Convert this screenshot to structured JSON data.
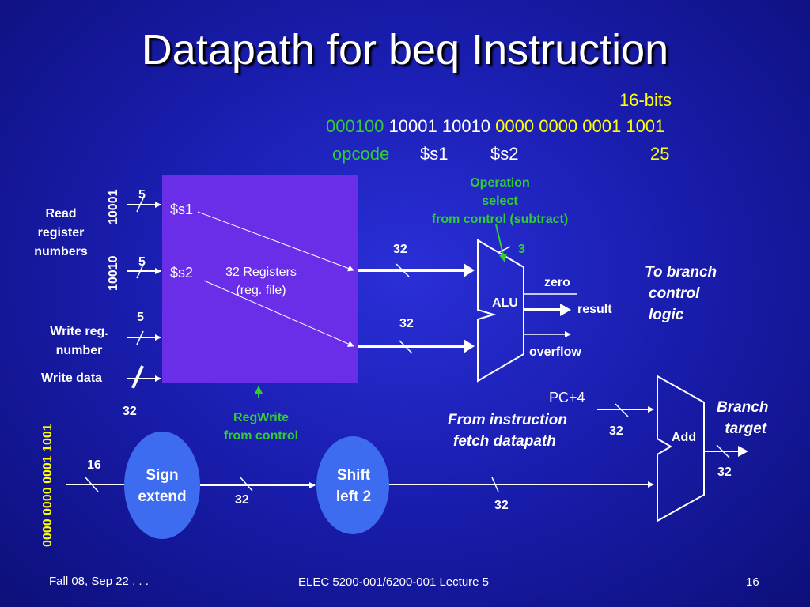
{
  "title": "Datapath for beq Instruction",
  "encoding": {
    "bits_label": "16-bits",
    "opcode_bits": "000100",
    "rs_bits": "10001",
    "rt_bits": "10010",
    "imm_bits": "0000 0000 0001 1001",
    "opcode_label": "opcode",
    "rs_label": "$s1",
    "rt_label": "$s2",
    "imm_label": "25"
  },
  "regfile": {
    "label_line1": "32 Registers",
    "label_line2": "(reg. file)",
    "port_s1": "$s1",
    "port_s2": "$s2"
  },
  "inputs": {
    "read_reg_line1": "Read",
    "read_reg_line2": "register",
    "read_reg_line3": "numbers",
    "read1_bits": "10001",
    "read2_bits": "10010",
    "width5a": "5",
    "width5b": "5",
    "width5c": "5",
    "write_reg_line1": "Write reg.",
    "write_reg_line2": "number",
    "write_data": "Write data",
    "write_data_width": "32"
  },
  "regwrite": {
    "line1": "RegWrite",
    "line2": "from control"
  },
  "alu": {
    "label": "ALU",
    "op_line1": "Operation",
    "op_line2": "select",
    "op_line3": "from control (subtract)",
    "op_width": "3",
    "in_a_width": "32",
    "in_b_width": "32",
    "zero": "zero",
    "result": "result",
    "overflow": "overflow"
  },
  "branch_ctrl": {
    "line1": "To branch",
    "line2": "control",
    "line3": "logic"
  },
  "imm": {
    "vertical_bits": "0000 0000 0001 1001",
    "in_width": "16",
    "sign_extend_line1": "Sign",
    "sign_extend_line2": "extend",
    "se_out_width": "32",
    "shift_line1": "Shift",
    "shift_line2": "left 2",
    "shift_out_width": "32"
  },
  "adder": {
    "label": "Add",
    "pc": "PC+4",
    "from_line1": "From instruction",
    "from_line2": "fetch datapath",
    "pc_width": "32",
    "out_width": "32",
    "target_line1": "Branch",
    "target_line2": "target"
  },
  "footer": {
    "left": "Fall 08, Sep 22 . . .",
    "center": "ELEC 5200-001/6200-001 Lecture 5",
    "right": "16"
  }
}
